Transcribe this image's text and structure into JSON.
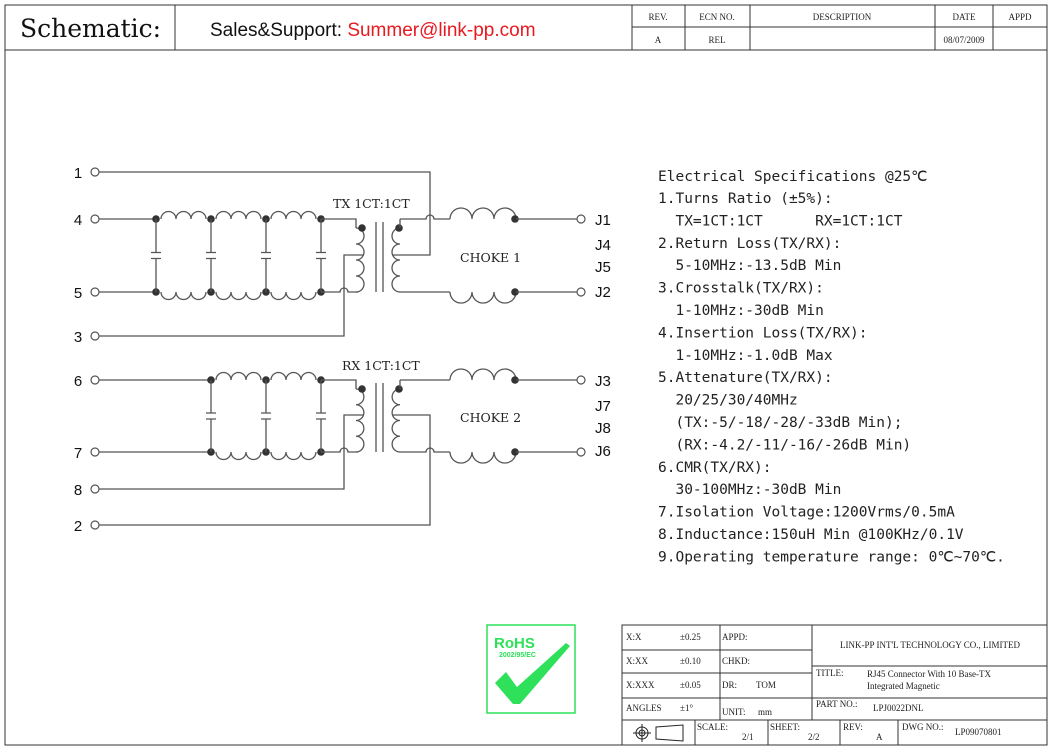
{
  "header": {
    "title": "Schematic:",
    "sales_label": "Sales&Support: ",
    "sales_email": "Summer@link-pp.com",
    "email_color": "#e8191f"
  },
  "revision_table": {
    "headers": [
      "REV.",
      "ECN NO.",
      "DESCRIPTION",
      "DATE",
      "APPD"
    ],
    "row": [
      "A",
      "REL",
      "",
      "08/07/2009",
      ""
    ]
  },
  "schematic": {
    "pins_left": [
      "1",
      "4",
      "5",
      "3",
      "6",
      "7",
      "8",
      "2"
    ],
    "pins_right": [
      "J1",
      "J4",
      "J5",
      "J2",
      "J3",
      "J7",
      "J8",
      "J6"
    ],
    "tx_label": "TX 1CT:1CT",
    "rx_label": "RX 1CT:1CT",
    "choke1_label": "CHOKE 1",
    "choke2_label": "CHOKE 2"
  },
  "specs": {
    "title": "Electrical Specifications @25℃",
    "lines": [
      "1.Turns Ratio (±5%):",
      "  TX=1CT:1CT      RX=1CT:1CT",
      "2.Return Loss(TX/RX):",
      "  5-10MHz:-13.5dB Min",
      "3.Crosstalk(TX/RX):",
      "  1-10MHz:-30dB Min",
      "4.Insertion Loss(TX/RX):",
      "  1-10MHz:-1.0dB Max",
      "5.Attenature(TX/RX):",
      "  20/25/30/40MHz",
      "  (TX:-5/-18/-28/-33dB Min);",
      "  (RX:-4.2/-11/-16/-26dB Min)",
      "6.CMR(TX/RX):",
      "  30-100MHz:-30dB Min",
      "7.Isolation Voltage:1200Vrms/0.5mA",
      "8.Inductance:150uH Min @100KHz/0.1V",
      "9.Operating temperature range: 0℃~70℃."
    ]
  },
  "rohs": {
    "title": "RoHS",
    "directive": "2002/95/EC",
    "color": "#2ee05a"
  },
  "title_block": {
    "tolerances": [
      {
        "label": "X:X",
        "value": "±0.25"
      },
      {
        "label": "X:XX",
        "value": "±0.10"
      },
      {
        "label": "X:XXX",
        "value": "±0.05"
      },
      {
        "label": "ANGLES",
        "value": "±1°"
      }
    ],
    "appd_label": "APPD:",
    "chkd_label": "CHKD:",
    "dr_label": "DR:",
    "dr_value": "TOM",
    "unit_label": "UNIT:",
    "unit_value": "mm",
    "company": "LINK-PP INT'L TECHNOLOGY CO., LIMITED",
    "title_label": "TITLE:",
    "title_line1": "RJ45 Connector With 10 Base-TX",
    "title_line2": "Integrated Magnetic",
    "part_label": "PART NO.:",
    "part_value": "LPJ0022DNL",
    "scale_label": "SCALE:",
    "scale_value": "2/1",
    "sheet_label": "SHEET:",
    "sheet_value": "2/2",
    "rev_label": "REV:",
    "rev_value": "A",
    "dwg_label": "DWG NO.:",
    "dwg_value": "LP09070801"
  }
}
